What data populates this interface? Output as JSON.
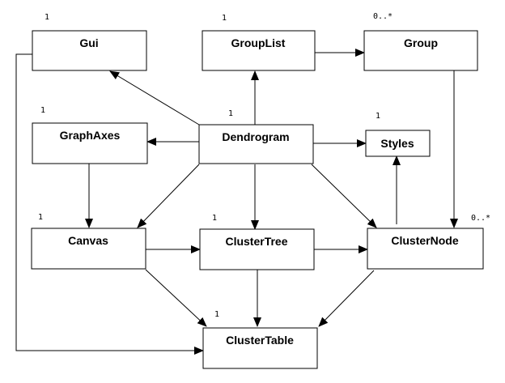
{
  "classes": {
    "gui": "Gui",
    "grouplist": "GroupList",
    "group": "Group",
    "graphaxes": "GraphAxes",
    "dendrogram": "Dendrogram",
    "styles": "Styles",
    "canvas": "Canvas",
    "clustertree": "ClusterTree",
    "clusternode": "ClusterNode",
    "clustertable": "ClusterTable"
  },
  "multiplicities": {
    "gui": "1",
    "grouplist": "1",
    "group": "0..*",
    "graphaxes": "1",
    "dendrogram": "1",
    "styles": "1",
    "canvas": "1",
    "clustertree": "1",
    "clusternode": "0..*",
    "clustertable": "1"
  },
  "associations": [
    {
      "from": "dendrogram",
      "to": "gui"
    },
    {
      "from": "dendrogram",
      "to": "grouplist"
    },
    {
      "from": "dendrogram",
      "to": "graphaxes"
    },
    {
      "from": "dendrogram",
      "to": "styles"
    },
    {
      "from": "dendrogram",
      "to": "canvas"
    },
    {
      "from": "dendrogram",
      "to": "clustertree"
    },
    {
      "from": "dendrogram",
      "to": "clusternode"
    },
    {
      "from": "grouplist",
      "to": "group"
    },
    {
      "from": "group",
      "to": "clusternode"
    },
    {
      "from": "graphaxes",
      "to": "canvas"
    },
    {
      "from": "canvas",
      "to": "clustertree"
    },
    {
      "from": "canvas",
      "to": "clustertable"
    },
    {
      "from": "clustertree",
      "to": "clusternode"
    },
    {
      "from": "clustertree",
      "to": "clustertable"
    },
    {
      "from": "clusternode",
      "to": "styles"
    },
    {
      "from": "clusternode",
      "to": "clustertable"
    },
    {
      "from": "gui",
      "to": "clustertable"
    }
  ]
}
